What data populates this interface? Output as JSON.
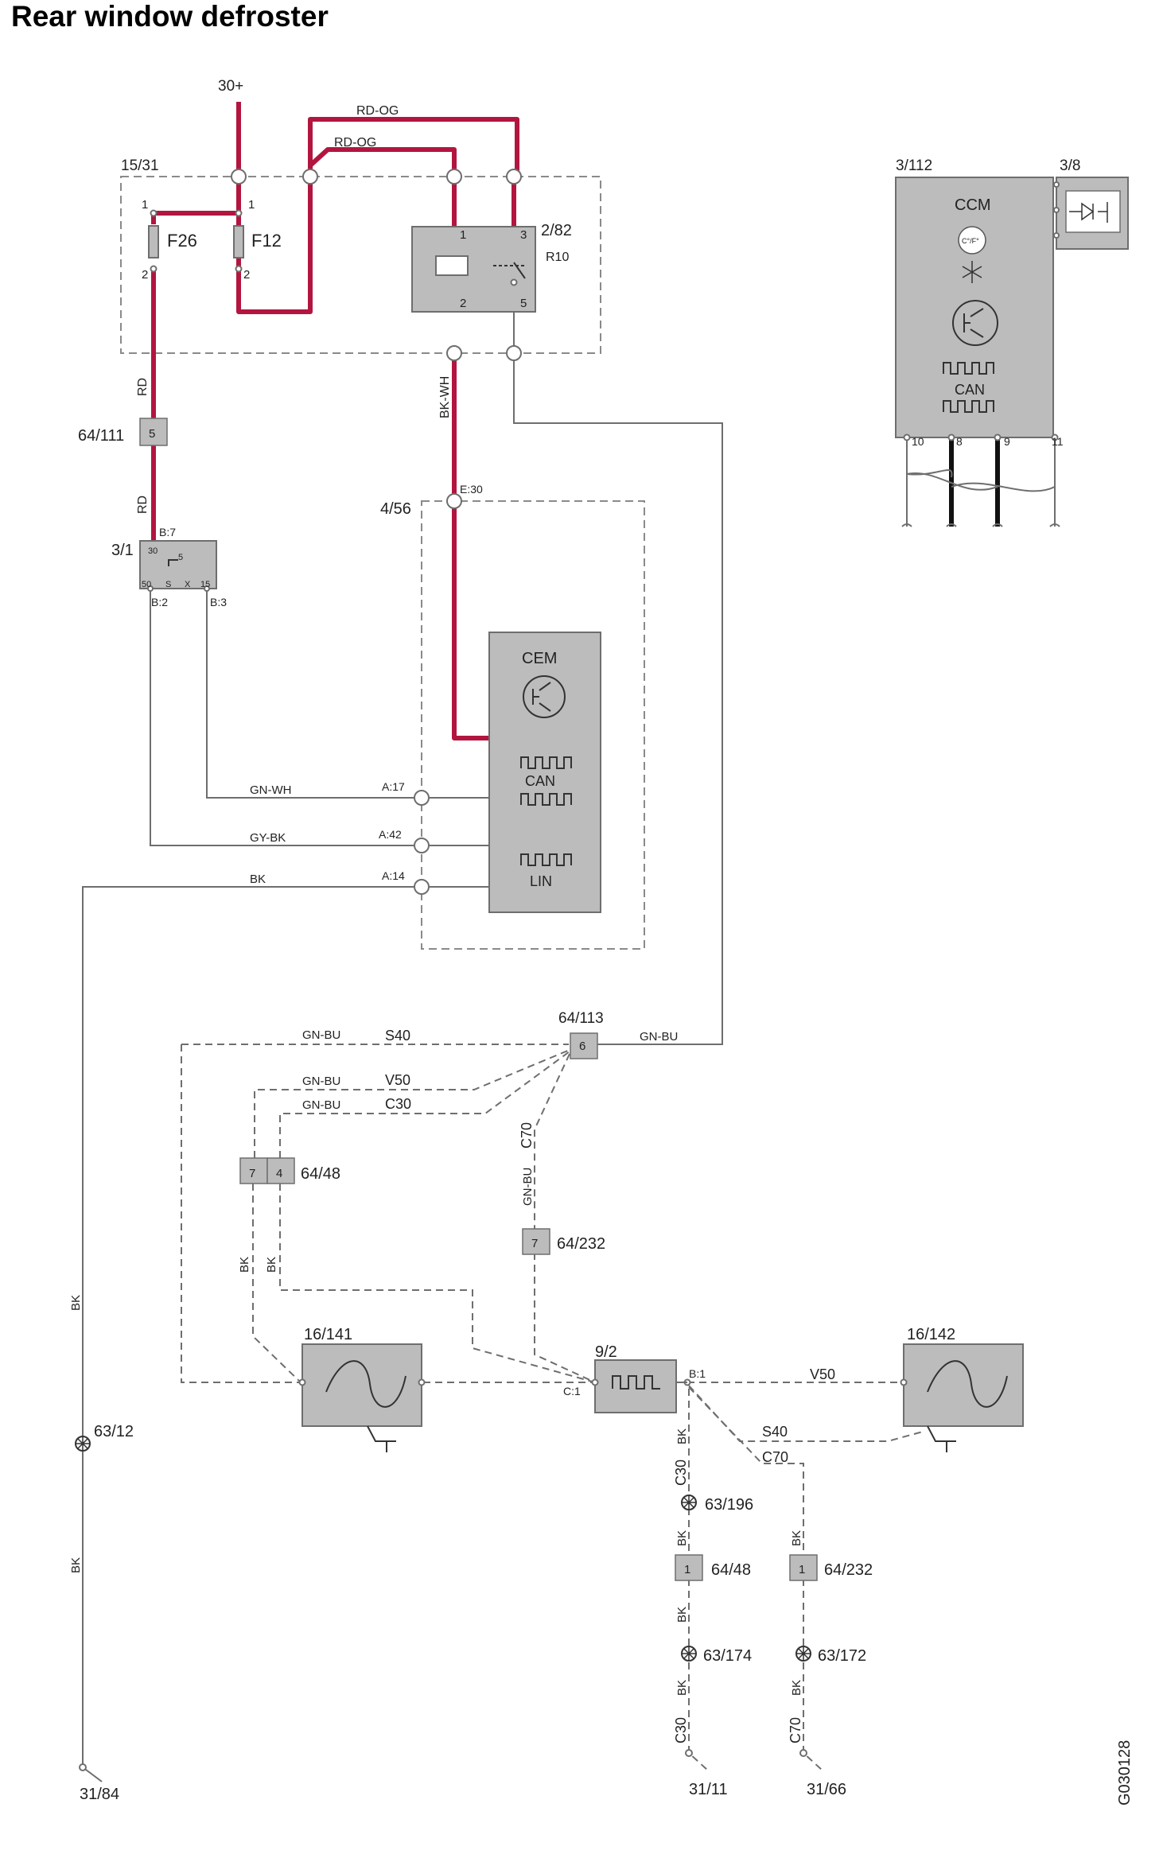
{
  "title": "Rear window defroster",
  "figure_id": "G030128",
  "supply": "30+",
  "components": {
    "fuse_box": "15/31",
    "fuse_f26": "F26",
    "fuse_f12": "F12",
    "relay": "2/82",
    "relay_name": "R10",
    "connector_64_111": "64/111",
    "ignition_switch": "3/1",
    "cem_box": "4/56",
    "cem": "CEM",
    "ccm_module": "3/112",
    "ccm": "CCM",
    "switch_3_8": "3/8",
    "connector_64_113": "64/113",
    "connector_64_48_top": "64/48",
    "connector_64_232_top": "64/232",
    "heater_left": "16/141",
    "heater_right": "16/142",
    "filter": "9/2",
    "connector_64_48_bottom": "64/48",
    "connector_64_232_bottom": "64/232",
    "splice_63_12": "63/12",
    "splice_63_196": "63/196",
    "splice_63_174": "63/174",
    "splice_63_172": "63/172",
    "ground_31_84": "31/84",
    "ground_31_11": "31/11",
    "ground_31_66": "31/66"
  },
  "pins": {
    "f26_1": "1",
    "f26_2": "2",
    "f12_1": "1",
    "f12_2": "2",
    "relay_1": "1",
    "relay_2": "2",
    "relay_3": "3",
    "relay_5": "5",
    "c64_111": "5",
    "sw_b7": "B:7",
    "sw_30": "30",
    "sw_5": "5",
    "sw_50": "50",
    "sw_s": "S",
    "sw_x": "X",
    "sw_15": "15",
    "sw_b2": "B:2",
    "sw_b3": "B:3",
    "cem_e30": "E:30",
    "cem_a17": "A:17",
    "cem_a42": "A:42",
    "cem_a14": "A:14",
    "ccm_10": "10",
    "ccm_8": "8",
    "ccm_9": "9",
    "ccm_11": "11",
    "c64_113": "6",
    "c64_48_a": "7",
    "c64_48_b": "4",
    "c64_232_top": "7",
    "filter_c1": "C:1",
    "filter_b1": "B:1",
    "c64_48_bottom": "1",
    "c64_232_bottom": "1"
  },
  "wires": {
    "rd_og_1": "RD-OG",
    "rd_og_2": "RD-OG",
    "rd_1": "RD",
    "rd_2": "RD",
    "bk_wh": "BK-WH",
    "gn_wh": "GN-WH",
    "gy_bk": "GY-BK",
    "bk_cem": "BK",
    "gn_bu_s40": "GN-BU",
    "gn_bu_right": "GN-BU",
    "gn_bu_v50": "GN-BU",
    "gn_bu_c30": "GN-BU",
    "gn_bu_c70": "GN-BU",
    "bk_left_1": "BK",
    "bk_left_2": "BK",
    "bk_48a": "BK",
    "bk_48b": "BK",
    "bk_c30_1": "BK",
    "bk_c30_2": "BK",
    "bk_c30_3": "BK",
    "bk_c70_1": "BK",
    "bk_c70_2": "BK"
  },
  "variants": {
    "s40_top": "S40",
    "v50_top": "V50",
    "c30_top": "C30",
    "c70_top": "C70",
    "v50_right": "V50",
    "s40_right": "S40",
    "c70_right": "C70",
    "c30_bottom": "C30",
    "c70_bottom": "C70",
    "c30_vert": "C30"
  },
  "module_labels": {
    "cem_can": "CAN",
    "cem_lin": "LIN",
    "ccm_can": "CAN",
    "ccm_temp_unit": "C°/F°"
  },
  "colors": {
    "power_wire": "#b2163f",
    "signal_wire": "#6e6e6e",
    "component_fill": "#bcbcbc",
    "can_bus": "#111111"
  }
}
